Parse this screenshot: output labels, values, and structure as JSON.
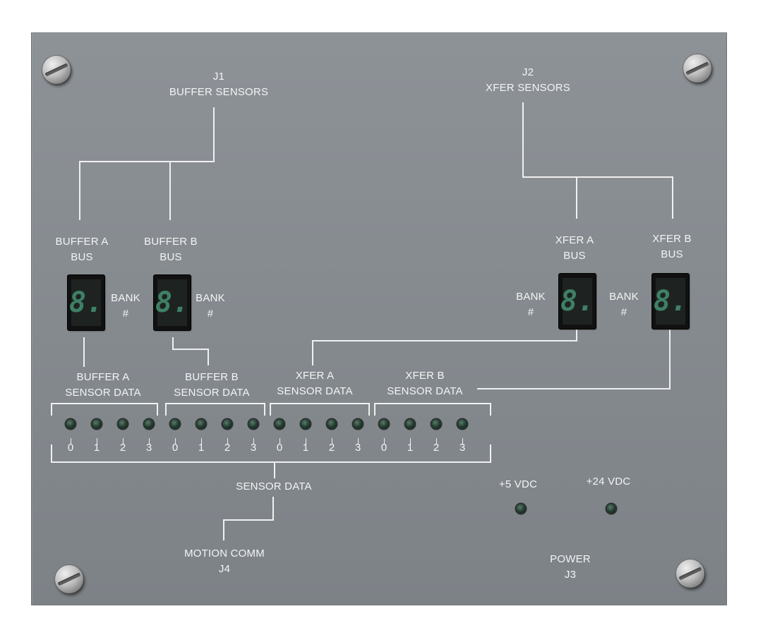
{
  "connectors": {
    "j1": [
      "J1",
      "BUFFER SENSORS"
    ],
    "j2": [
      "J2",
      "XFER SENSORS"
    ],
    "j3": [
      "POWER",
      "J3"
    ],
    "j4": [
      "MOTION COMM",
      "J4"
    ]
  },
  "buses": {
    "buffer_a": [
      "BUFFER A",
      "BUS"
    ],
    "buffer_b": [
      "BUFFER B",
      "BUS"
    ],
    "xfer_a": [
      "XFER A",
      "BUS"
    ],
    "xfer_b": [
      "XFER B",
      "BUS"
    ]
  },
  "bank_label": [
    "BANK",
    "#"
  ],
  "display_digit": "8.",
  "sensor_groups": [
    [
      "BUFFER A",
      "SENSOR DATA"
    ],
    [
      "BUFFER B",
      "SENSOR DATA"
    ],
    [
      "XFER A",
      "SENSOR DATA"
    ],
    [
      "XFER B",
      "SENSOR DATA"
    ]
  ],
  "channel_numbers": [
    "0",
    "1",
    "2",
    "3"
  ],
  "sensor_data_label": "SENSOR DATA",
  "power": {
    "plus5": "+5 VDC",
    "plus24": "+24 VDC"
  }
}
